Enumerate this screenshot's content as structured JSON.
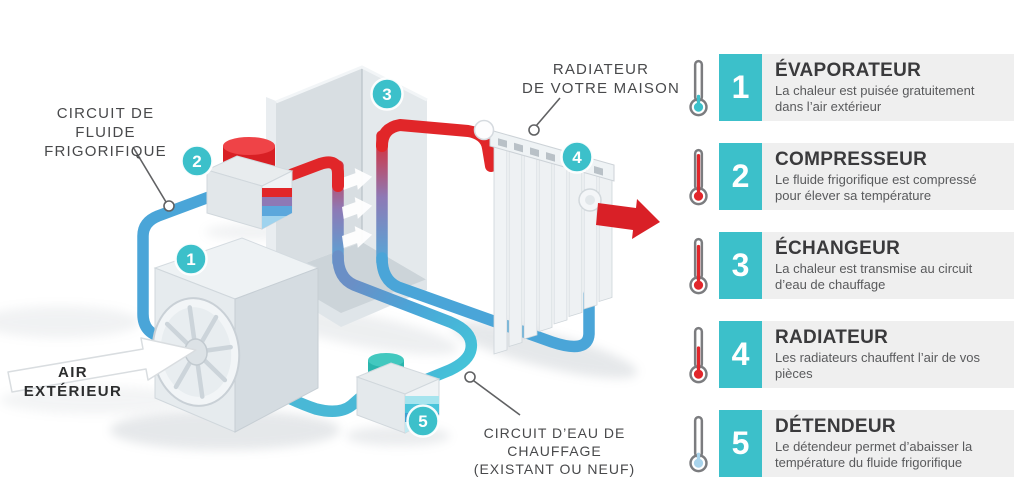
{
  "colors": {
    "accent_teal": "#3cc0ca",
    "hot_red": "#e1262b",
    "pipe_blue": "#4aa5d8",
    "pipe_cyan": "#45c2d8",
    "legend_panel": "#efefef",
    "title_text": "#3a3a3c",
    "body_text": "#595a5c",
    "therm_cold_teal": "#3cc0ca",
    "therm_hot_red": "#e1262b",
    "therm_cool_blue": "#a9d4ec"
  },
  "diagram": {
    "labels": {
      "fluid_circuit": {
        "line1": "CIRCUIT DE FLUIDE",
        "line2": "FRIGORIFIQUE"
      },
      "radiator_home": {
        "line1": "RADIATEUR",
        "line2": "DE VOTRE MAISON"
      },
      "outside_air": {
        "line1": "AIR",
        "line2": "EXTÉRIEUR"
      },
      "water_circuit": {
        "line1": "CIRCUIT D’EAU DE",
        "line2": "CHAUFFAGE",
        "line3": "(EXISTANT OU NEUF)"
      }
    },
    "badges": [
      "1",
      "2",
      "3",
      "4",
      "5"
    ]
  },
  "legend": {
    "items": [
      {
        "number": "1",
        "title": "ÉVAPORATEUR",
        "description": "La chaleur est puisée gratuitement dans l’air extérieur",
        "therm_color": "#3cc0ca"
      },
      {
        "number": "2",
        "title": "COMPRESSEUR",
        "description": "Le fluide frigorifique est compressé pour élever sa température",
        "therm_color": "#e1262b"
      },
      {
        "number": "3",
        "title": "ÉCHANGEUR",
        "description": "La chaleur est transmise au circuit d’eau de chauffage",
        "therm_color": "#e1262b"
      },
      {
        "number": "4",
        "title": "RADIATEUR",
        "description": "Les radiateurs chauffent l’air de vos pièces",
        "therm_color": "#e1262b"
      },
      {
        "number": "5",
        "title": "DÉTENDEUR",
        "description": "Le détendeur permet d’abaisser la température du fluide frigorifique",
        "therm_color": "#a9d4ec"
      }
    ]
  }
}
